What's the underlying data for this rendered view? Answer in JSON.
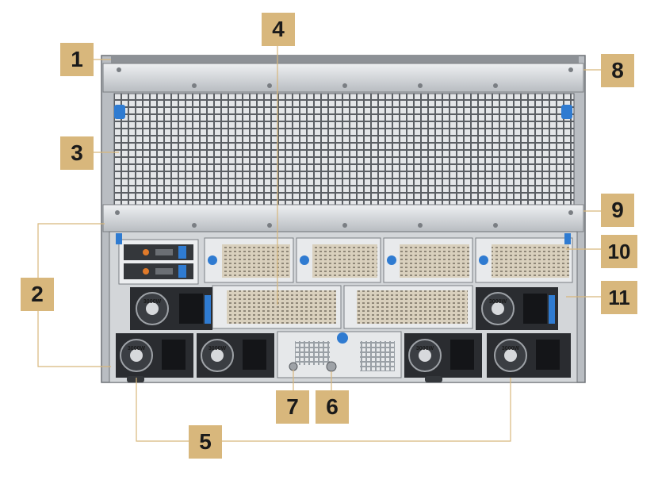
{
  "callouts": {
    "c1": "1",
    "c2": "2",
    "c3": "3",
    "c4": "4",
    "c5": "5",
    "c6": "6",
    "c7": "7",
    "c8": "8",
    "c9": "9",
    "c10": "10",
    "c11": "11"
  },
  "psu_label": "3000W",
  "colors": {
    "callout": "#d8b77c",
    "leader_line": "#d8b77c",
    "chassis": "#c9ccd0",
    "grille": "#7d8186",
    "psu_body": "#2a2c30",
    "release_tab": "#2f7bd1"
  },
  "icons": [
    "fan-icon",
    "power-socket-icon",
    "thumbscrew-icon",
    "release-tab-icon"
  ]
}
